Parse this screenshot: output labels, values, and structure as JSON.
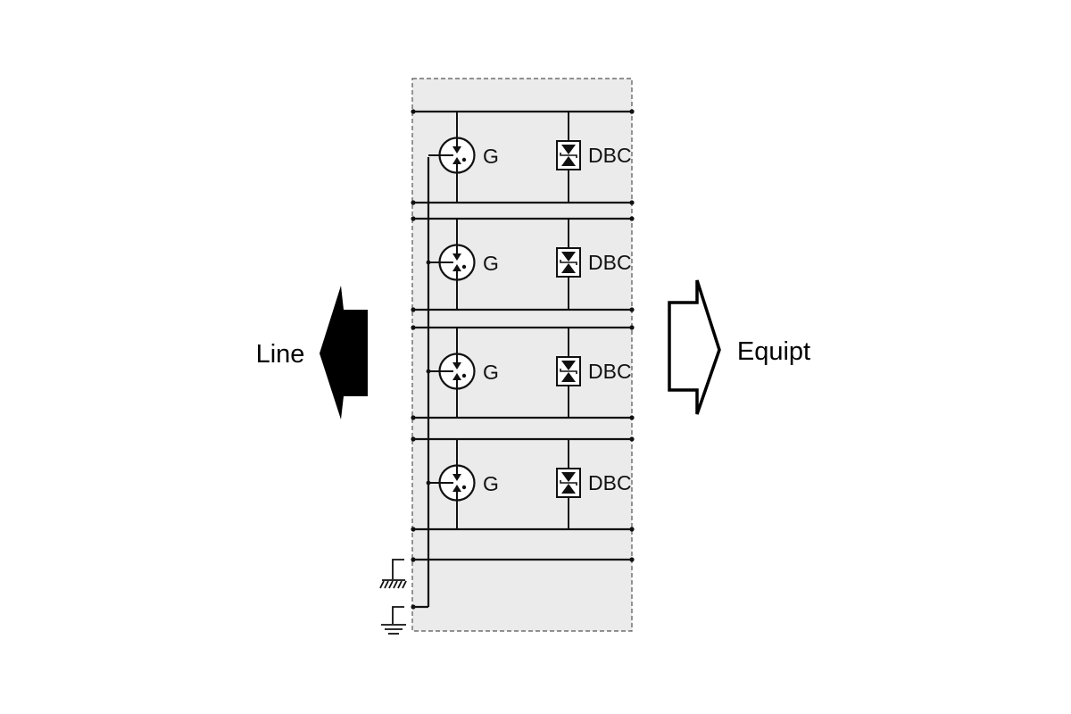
{
  "arrows": {
    "left_label": "Line",
    "right_label": "Equipt"
  },
  "components": {
    "gdt_label": "G",
    "dbc_label": "DBC"
  },
  "stages": [
    {
      "gdt": "G",
      "dbc": "DBC"
    },
    {
      "gdt": "G",
      "dbc": "DBC"
    },
    {
      "gdt": "G",
      "dbc": "DBC"
    },
    {
      "gdt": "G",
      "dbc": "DBC"
    }
  ],
  "grounds": [
    "chassis-ground-icon",
    "earth-ground-icon"
  ],
  "colors": {
    "module_fill": "#ebebeb",
    "module_border": "#555555",
    "wire": "#111111",
    "arrow_fill": "#000000",
    "background": "#ffffff"
  }
}
